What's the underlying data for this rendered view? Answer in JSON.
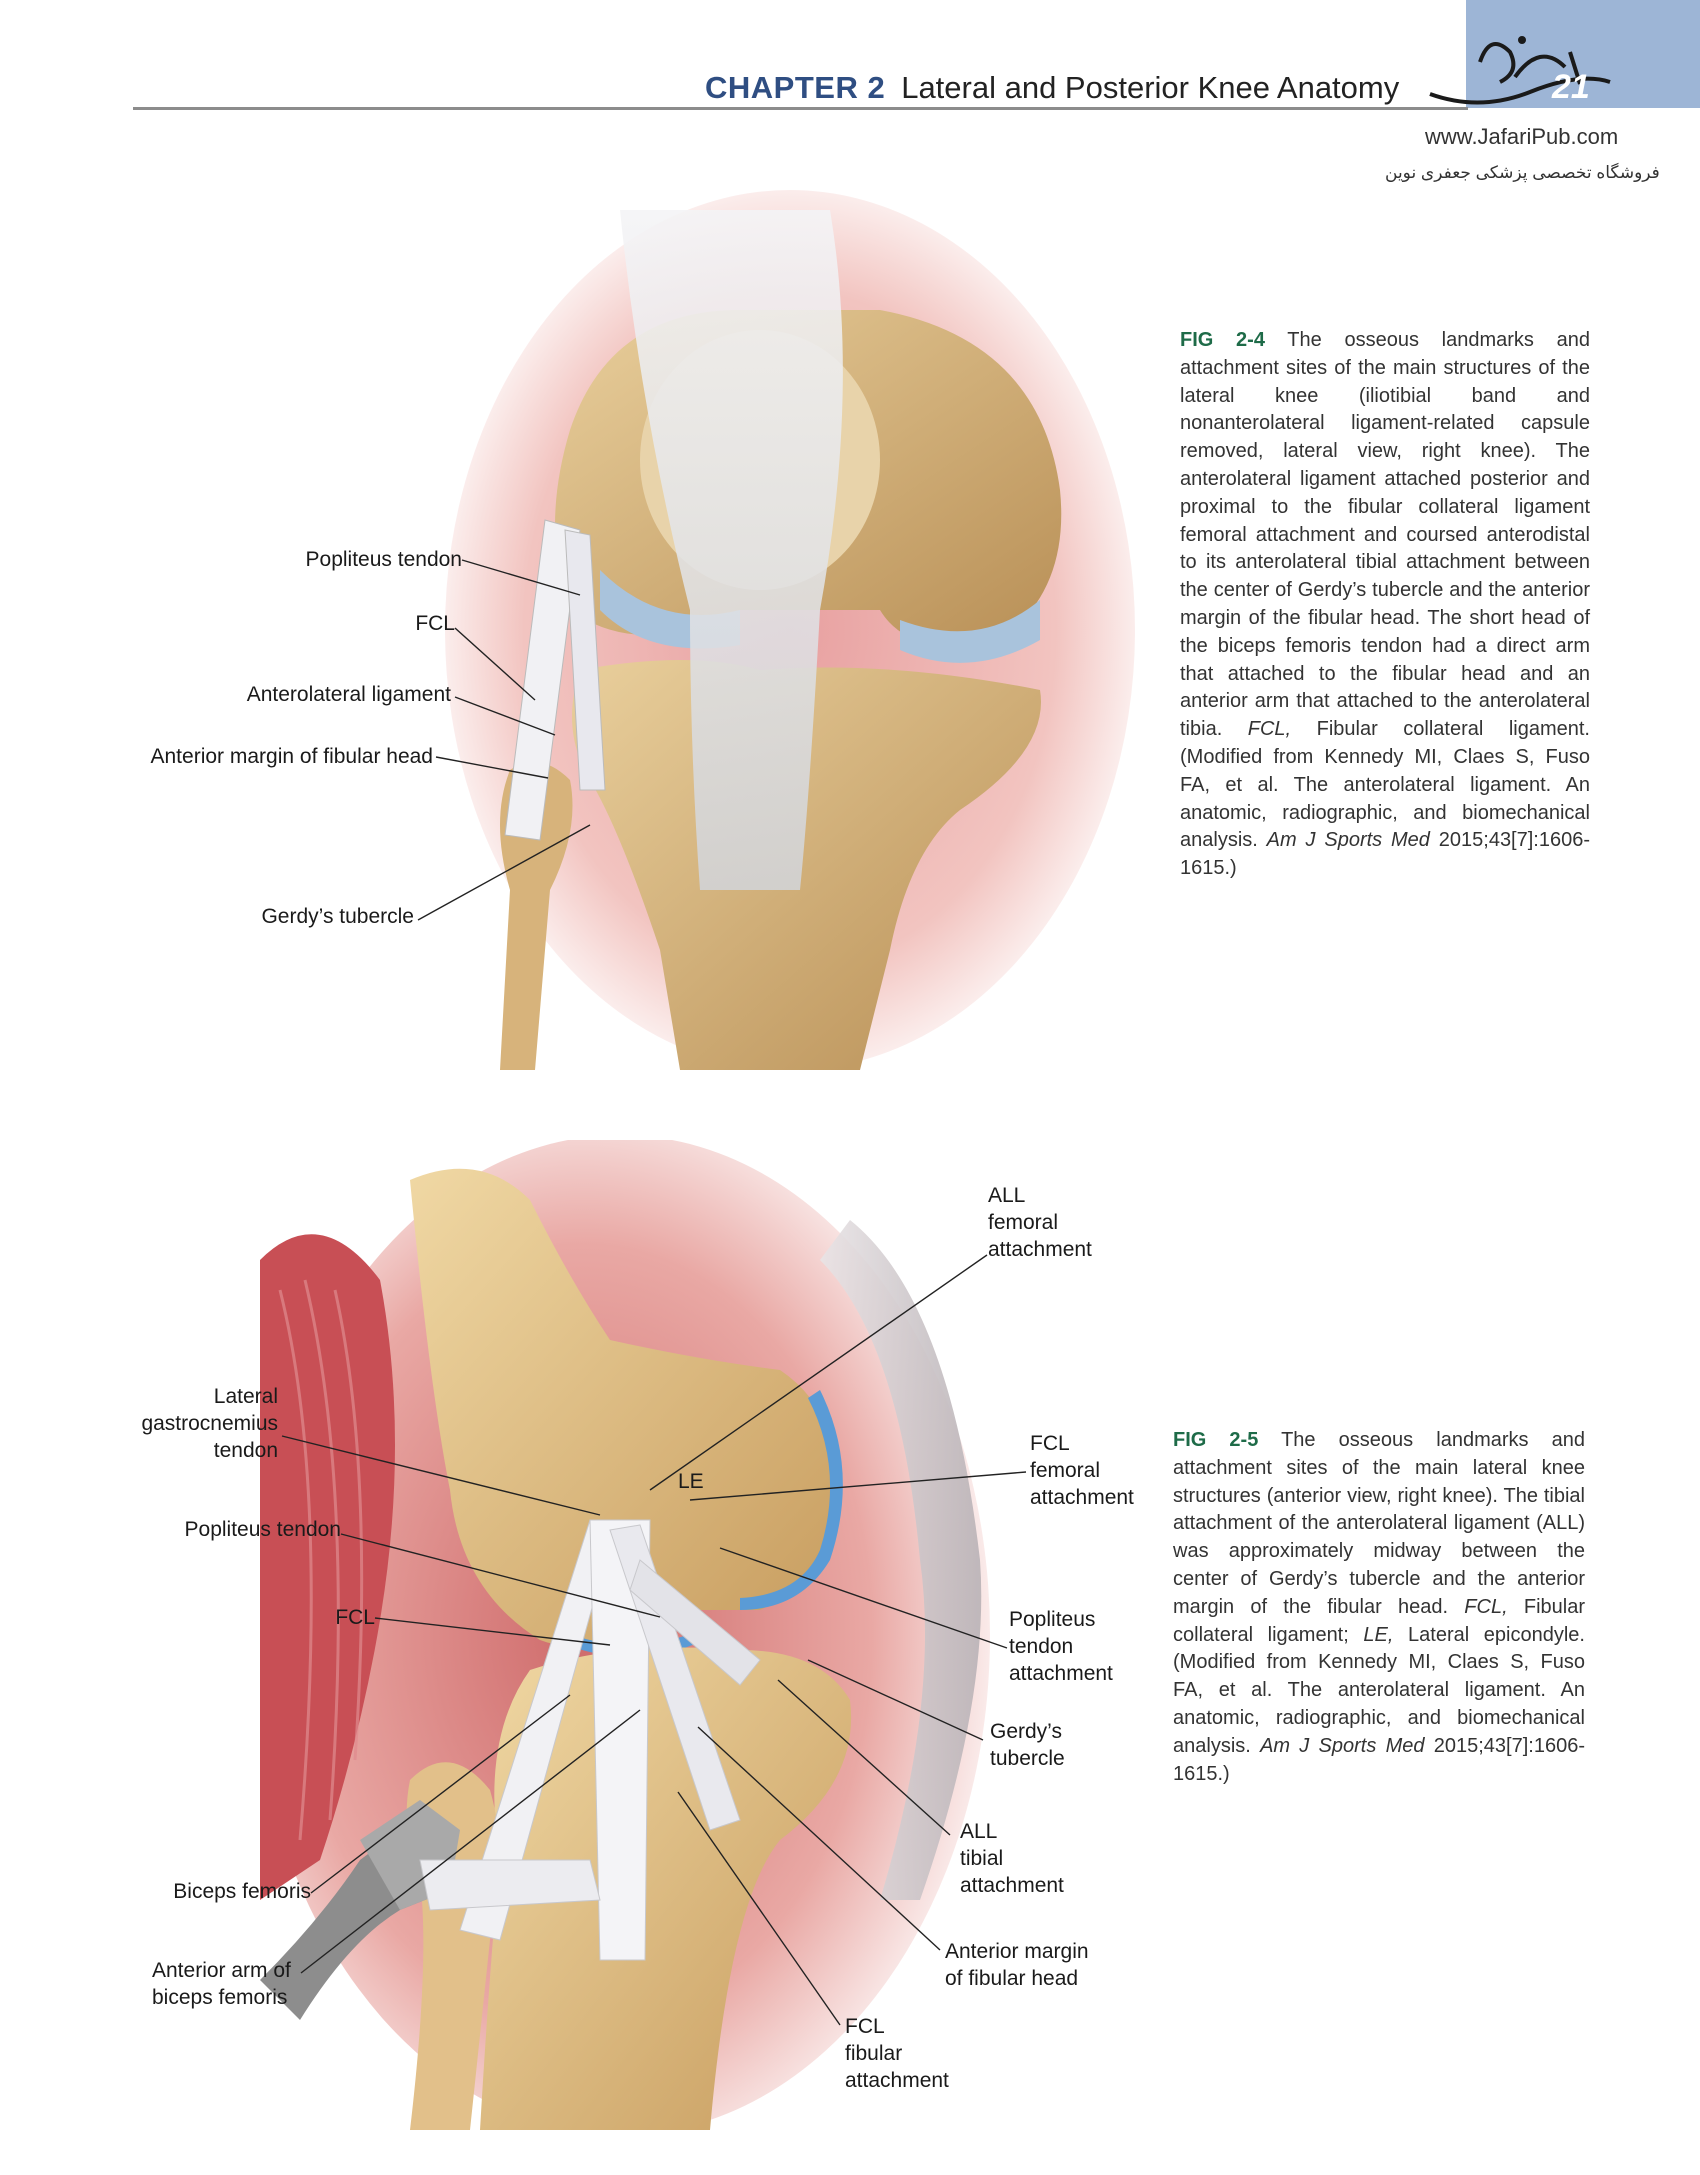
{
  "header": {
    "chapter_label": "CHAPTER 2",
    "chapter_title": "Lateral and Posterior Knee Anatomy",
    "page_number": "21",
    "site_url": "www.JafariPub.com",
    "site_persian": "فروشگاه تخصصی پزشکی جعفری نوین"
  },
  "colors": {
    "accent_tab": "#9db5d6",
    "chapter_blue": "#2f4e82",
    "fig_green": "#1e6b48"
  },
  "fig1": {
    "labels": {
      "popliteus_tendon": "Popliteus tendon",
      "fcl": "FCL",
      "anterolateral_ligament": "Anterolateral ligament",
      "anterior_margin": "Anterior margin of fibular head",
      "gerdys_tubercle": "Gerdy’s tubercle"
    },
    "caption": {
      "fig_number": "FIG 2-4",
      "text_a": " The osseous landmarks and attachment sites of the main structures of the lateral knee (iliotibial band and nonanterolateral ligament-related capsule removed, lateral view, right knee). The anterolateral ligament attached posterior and proximal to the fibular collateral ligament femoral attachment and coursed anterodistal to its anterolateral tibial attachment between the center of Gerdy’s tubercle and the anterior margin of the fibular head. The short head of the biceps femoris tendon had a direct arm that attached to the fibular head and an anterior arm that attached to the anterolateral tibia. ",
      "abbrev": "FCL,",
      "text_b": " Fibular collateral ligament. (Modified from Kennedy MI, Claes S, Fuso FA, et al. The anterolateral ligament. An anatomic, radiographic, and biomechanical analysis. ",
      "journal": "Am J Sports Med",
      "text_c": " 2015;43[7]:1606-1615.)"
    }
  },
  "fig2": {
    "labels": {
      "all_femoral_1": "ALL",
      "all_femoral_2": "femoral",
      "all_femoral_3": "attachment",
      "lat_gastroc_1": "Lateral",
      "lat_gastroc_2": "gastrocnemius",
      "lat_gastroc_3": "tendon",
      "le": "LE",
      "fcl_femoral_1": "FCL",
      "fcl_femoral_2": "femoral",
      "fcl_femoral_3": "attachment",
      "popliteus_tendon": "Popliteus tendon",
      "fcl": "FCL",
      "popliteus_att_1": "Popliteus",
      "popliteus_att_2": "tendon",
      "popliteus_att_3": "attachment",
      "gerdys_1": "Gerdy’s",
      "gerdys_2": "tubercle",
      "all_tibial_1": "ALL",
      "all_tibial_2": "tibial",
      "all_tibial_3": "attachment",
      "biceps_femoris": "Biceps femoris",
      "anterior_arm_1": "Anterior arm of",
      "anterior_arm_2": "biceps femoris",
      "anterior_margin_1": "Anterior margin",
      "anterior_margin_2": "of fibular head",
      "fcl_fibular_1": "FCL",
      "fcl_fibular_2": "fibular",
      "fcl_fibular_3": "attachment"
    },
    "caption": {
      "fig_number": "FIG 2-5",
      "text_a": " The osseous landmarks and attachment sites of the main lateral knee structures (anterior view, right knee). The tibial attachment of the anterolateral ligament (ALL) was approximately midway between the center of Gerdy’s tubercle and the anterior margin of the fibular head. ",
      "abbrev1": "FCL,",
      "text_b": " Fibular collateral ligament; ",
      "abbrev2": "LE,",
      "text_c": " Lateral epicondyle. (Modified from Kennedy MI, Claes S, Fuso FA, et al. The anterolateral ligament. An anatomic, radiographic, and biomechanical analysis. ",
      "journal": "Am J Sports Med",
      "text_d": " 2015;43[7]:1606-1615.)"
    }
  }
}
